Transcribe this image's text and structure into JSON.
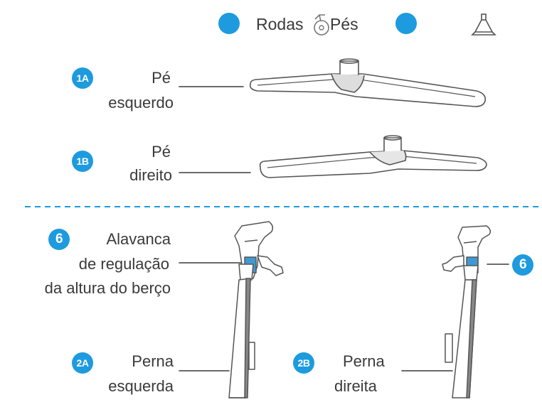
{
  "header": {
    "wheels_label": "Rodas",
    "feet_label": "Pés"
  },
  "parts": {
    "foot_left": {
      "badge": "1A",
      "label_line1": "Pé",
      "label_line2": "esquerdo"
    },
    "foot_right": {
      "badge": "1B",
      "label_line1": "Pé",
      "label_line2": "direito"
    },
    "lever": {
      "badge": "6",
      "label_line1": "Alavanca",
      "label_line2": "de regulação",
      "label_line3": "da altura do berço"
    },
    "lever_right": {
      "badge": "6"
    },
    "leg_left": {
      "badge": "2A",
      "label_line1": "Perna",
      "label_line2": "esquerda"
    },
    "leg_right": {
      "badge": "2B",
      "label_line1": "Perna",
      "label_line2": "direita"
    }
  },
  "colors": {
    "accent": "#1d9bde",
    "text": "#3a3a3a",
    "line": "#3a3a3a",
    "separator": "#1d9bde"
  }
}
